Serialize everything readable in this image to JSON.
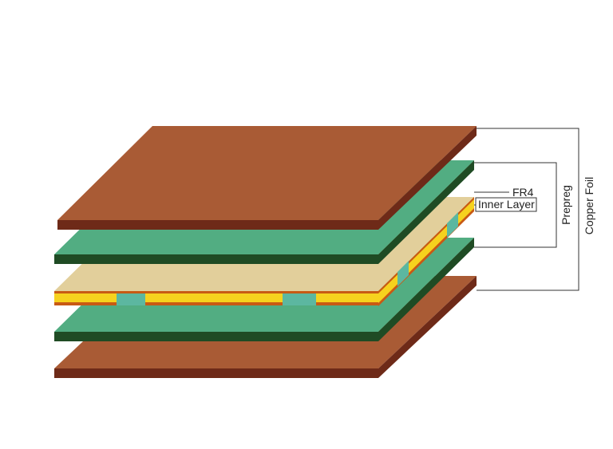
{
  "labels": {
    "fr4": "FR4",
    "inner_layer": "Inner Layer",
    "prepreg": "Prepreg",
    "copper_foil": "Copper Foil"
  },
  "layers_top_to_bottom": [
    "Copper Foil",
    "Prepreg",
    "FR4 core with inner layer copper",
    "Prepreg",
    "Copper Foil"
  ],
  "colors": {
    "copper_top": "#A95B35",
    "copper_edge": "#6E2A18",
    "prepreg_top": "#52AD82",
    "prepreg_edge": "#1F4B24",
    "fr4_top": "#E2CF9B",
    "inner_yellow": "#F6D21E",
    "inner_orange": "#C85A14",
    "inner_teal": "#5CB7A0"
  }
}
